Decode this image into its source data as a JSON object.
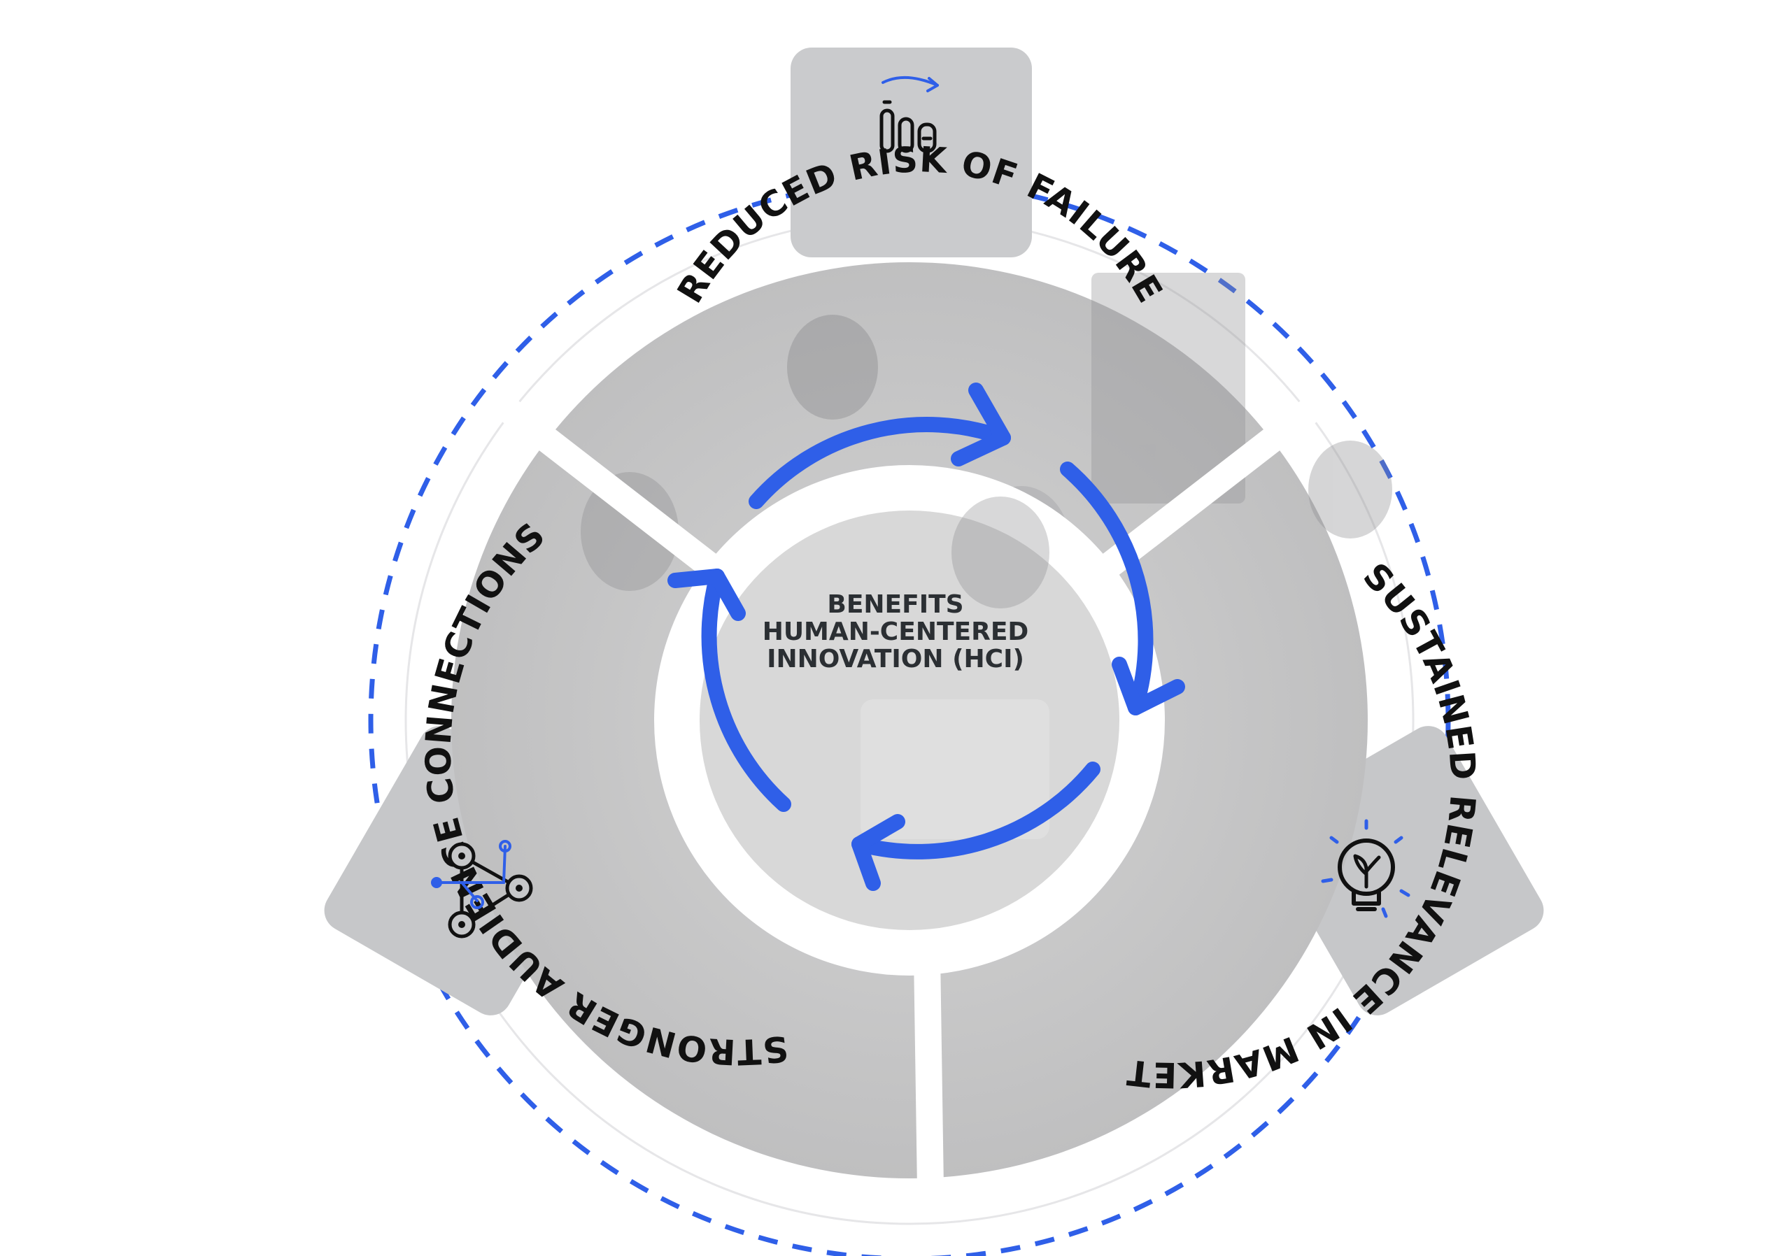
{
  "center": {
    "line1": "BENEFITS",
    "line2": "HUMAN-CENTERED",
    "line3": "INNOVATION (HCI)"
  },
  "segments": [
    {
      "label": "REDUCED RISK OF FAILURE",
      "icon": "growth-bars-icon"
    },
    {
      "label": "SUSTAINED RELEVANCE IN MARKET",
      "icon": "lightbulb-icon"
    },
    {
      "label": "STRONGER AUDIENCE CONNECTIONS",
      "icon": "network-nodes-icon"
    }
  ],
  "colors": {
    "accent": "#2f5fe8",
    "segment_fill": "#c9cacc",
    "text": "#111111"
  }
}
